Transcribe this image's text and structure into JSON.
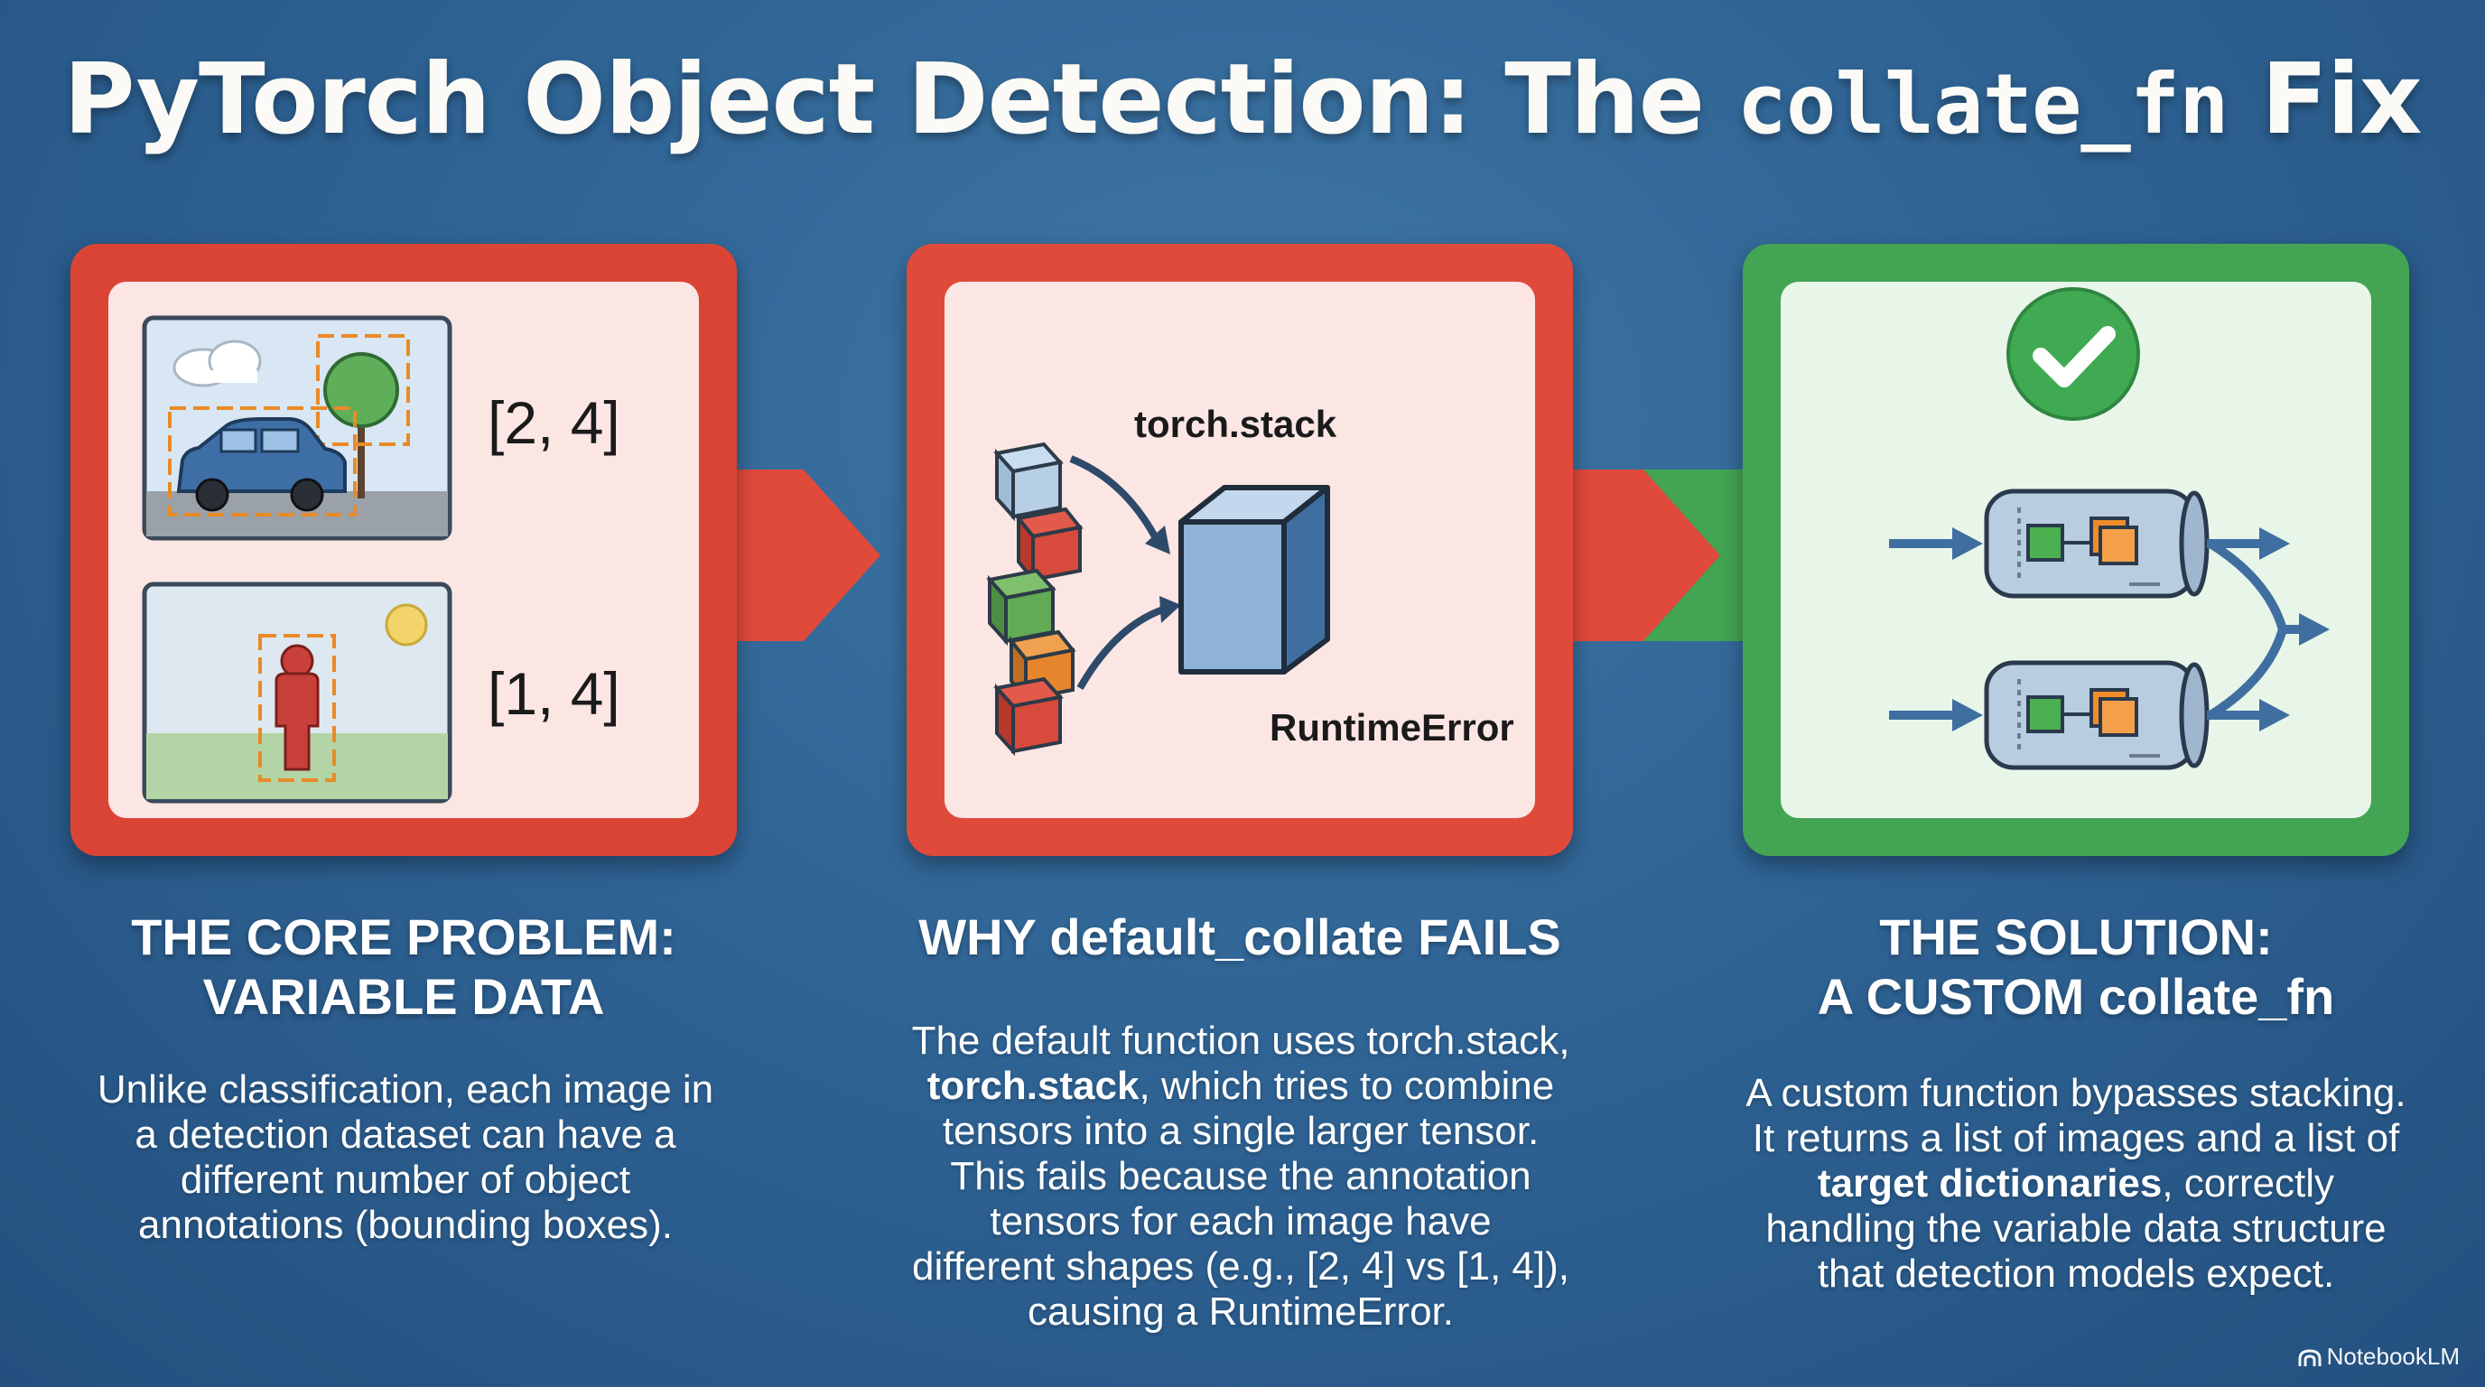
{
  "title": {
    "prefix": "PyTorch Object Detection: The ",
    "code": "collate_fn",
    "suffix": " Fix"
  },
  "panels": [
    {
      "color": "#d94434",
      "tensor_shapes": [
        "[2, 4]",
        "[1, 4]"
      ],
      "heading_lines": [
        "THE CORE PROBLEM:",
        "VARIABLE DATA"
      ],
      "body_lines": [
        "Unlike classification, each image in",
        "a detection dataset can have a",
        "different number of object",
        "annotations (bounding boxes)."
      ]
    },
    {
      "color": "#e04a3a",
      "stack_label": "torch.stack",
      "error_label": "RuntimeError",
      "heading_lines": [
        "WHY default_collate FAILS"
      ],
      "body_line1": "The default function uses torch.stack,",
      "body_line2_bold": "torch.stack",
      "body_line2_rest": ", which tries to combine",
      "body_lines_rest": [
        "tensors into a single larger tensor.",
        "This fails because the annotation",
        "tensors for each image have",
        "different shapes (e.g., [2, 4] vs [1, 4]),",
        "causing a RuntimeError."
      ]
    },
    {
      "color": "#43a453",
      "heading_lines": [
        "THE SOLUTION:",
        "A CUSTOM collate_fn"
      ],
      "body_lines_a": [
        "A custom function bypasses stacking.",
        "It returns a list of images and a list of"
      ],
      "body_bold": "target dictionaries",
      "body_after_bold": ", correctly",
      "body_lines_b": [
        "handling the variable data structure",
        "that detection models expect."
      ]
    }
  ],
  "icons": [
    "image-car-tree-icon",
    "image-person-icon",
    "stacked-cubes-icon",
    "cube-icon",
    "checkmark-icon",
    "pipeline-icon"
  ],
  "footer": {
    "brand": "NotebookLM"
  }
}
